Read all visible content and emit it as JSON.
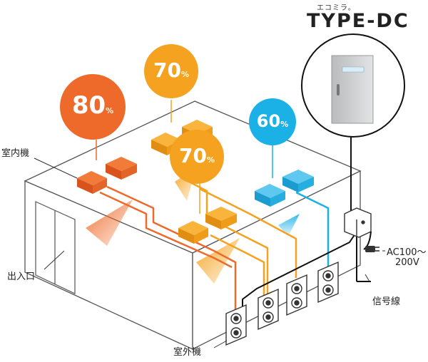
{
  "brand": {
    "small": "エコミラ。",
    "name": "TYPE-DC"
  },
  "labels": {
    "indoor_unit": "室内機",
    "entrance": "出入口",
    "outdoor_unit": "室外機",
    "signal_line": "信号線",
    "power_line1": "AC100～",
    "power_line2": "200V"
  },
  "bubbles": [
    {
      "value": "80",
      "unit": "%",
      "color": "#ee6a2a"
    },
    {
      "value": "70",
      "unit": "%",
      "color": "#f4a21f"
    },
    {
      "value": "70",
      "unit": "%",
      "color": "#f4a21f"
    },
    {
      "value": "60",
      "unit": "%",
      "color": "#1bb0e6"
    }
  ],
  "colors": {
    "orange_red": "#ee6a2a",
    "orange": "#f4a21f",
    "blue": "#1bb0e6"
  }
}
